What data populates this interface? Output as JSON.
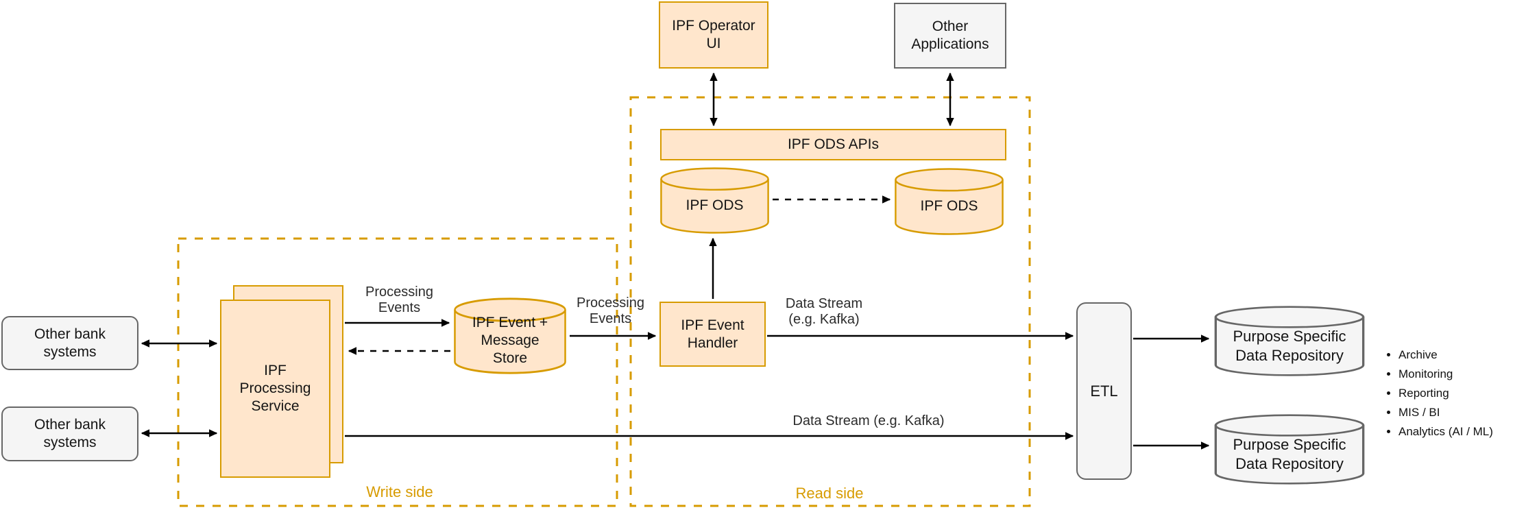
{
  "groups": {
    "write_side": {
      "label": "Write side"
    },
    "read_side": {
      "label": "Read side"
    }
  },
  "nodes": {
    "operator_ui": {
      "label": "IPF Operator UI"
    },
    "other_applications": {
      "label": "Other Applications"
    },
    "ods_apis": {
      "label": "IPF ODS APIs"
    },
    "ods_primary": {
      "label": "IPF ODS"
    },
    "ods_replica": {
      "label": "IPF ODS"
    },
    "event_handler": {
      "label": "IPF Event Handler"
    },
    "event_message_store": {
      "label": "IPF Event + Message Store"
    },
    "processing_service": {
      "label": "IPF Processing Service"
    },
    "bank_systems_top": {
      "label": "Other bank systems"
    },
    "bank_systems_bottom": {
      "label": "Other bank systems"
    },
    "etl": {
      "label": "ETL"
    },
    "repo_top": {
      "label": "Purpose Specific Data Repository"
    },
    "repo_bottom": {
      "label": "Purpose Specific Data Repository"
    }
  },
  "edge_labels": {
    "processing_events_out": "Processing Events",
    "processing_events_in": "Processing Events",
    "data_stream_handler": "Data Stream (e.g. Kafka)",
    "data_stream_direct": "Data Stream (e.g. Kafka)"
  },
  "repository_purposes": [
    "Archive",
    "Monitoring",
    "Reporting",
    "MIS / BI",
    "Analytics (AI / ML)"
  ],
  "colors": {
    "component_fill": "#ffe6cc",
    "component_stroke": "#d79b00",
    "external_fill": "#f5f5f5",
    "external_stroke": "#666666",
    "connector": "#000000",
    "group_label": "#d79b00"
  }
}
